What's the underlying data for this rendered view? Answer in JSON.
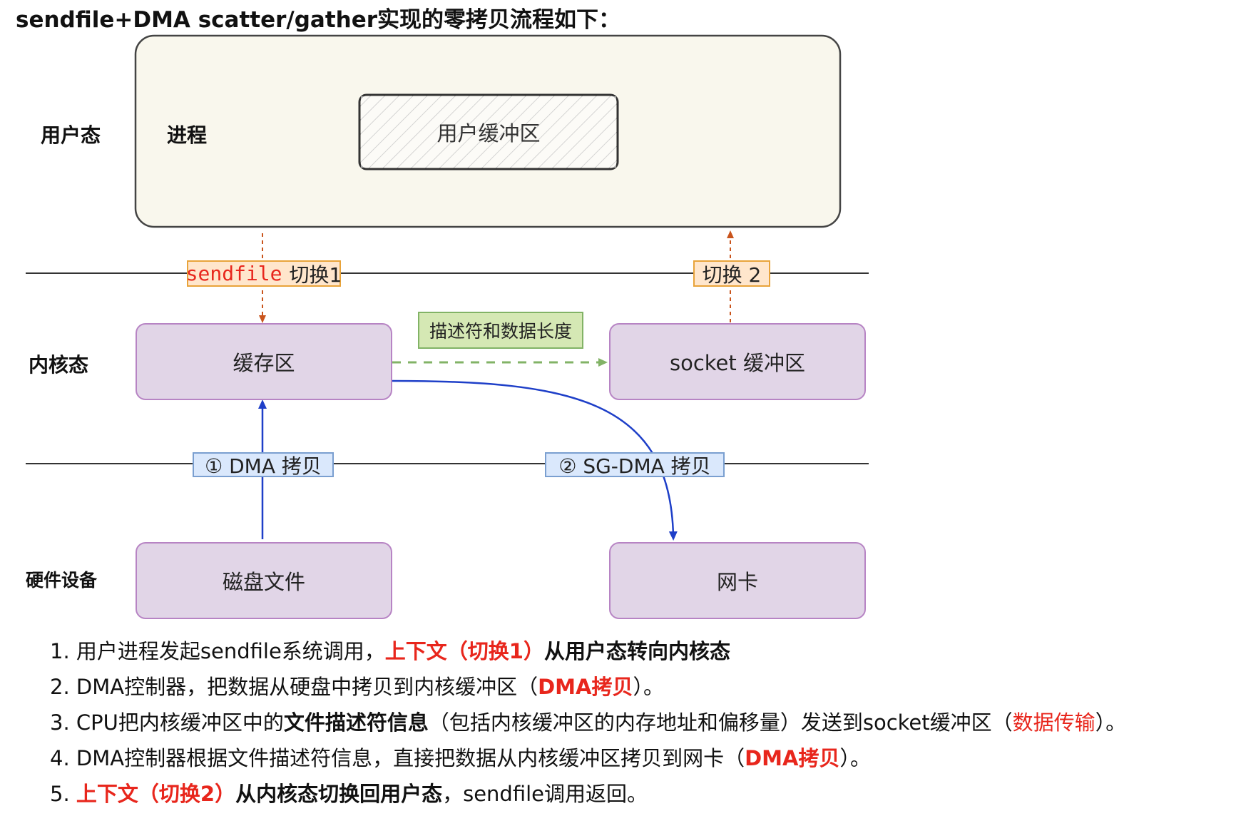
{
  "title": "sendfile+DMA scatter/gather实现的零拷贝流程如下：",
  "lanes": {
    "user": "用户态",
    "kernel": "内核态",
    "hardware": "硬件设备"
  },
  "process": {
    "label": "进程",
    "buffer": "用户缓冲区"
  },
  "boxes": {
    "cache": "缓存区",
    "socket": "socket 缓冲区",
    "disk": "磁盘文件",
    "nic": "网卡"
  },
  "tags": {
    "sendfile_fn": "sendfile",
    "switch1": "切换1",
    "switch2": "切换 2",
    "descriptor": "描述符和数据长度",
    "dma_copy": "① DMA 拷贝",
    "sg_dma_copy": "② SG-DMA 拷贝"
  },
  "steps": [
    {
      "num": "1.",
      "parts": [
        {
          "text": "用户进程发起sendfile系统调用，",
          "style": "normal"
        },
        {
          "text": "上下文（切换1）",
          "style": "red-bold"
        },
        {
          "text": "从用户态转向内核态",
          "style": "bold"
        }
      ]
    },
    {
      "num": "2.",
      "parts": [
        {
          "text": "DMA控制器，把数据从硬盘中拷贝到内核缓冲区（",
          "style": "normal"
        },
        {
          "text": "DMA拷贝",
          "style": "red-bold"
        },
        {
          "text": "）。",
          "style": "normal"
        }
      ]
    },
    {
      "num": "3.",
      "parts": [
        {
          "text": "CPU把内核缓冲区中的",
          "style": "normal"
        },
        {
          "text": "文件描述符信息",
          "style": "bold"
        },
        {
          "text": "（包括内核缓冲区的内存地址和偏移量）发送到socket缓冲区（",
          "style": "normal"
        },
        {
          "text": "数据传输",
          "style": "red"
        },
        {
          "text": "）。",
          "style": "normal"
        }
      ]
    },
    {
      "num": "4.",
      "parts": [
        {
          "text": "DMA控制器根据文件描述符信息，直接把数据从内核缓冲区拷贝到网卡（",
          "style": "normal"
        },
        {
          "text": "DMA拷贝",
          "style": "red-bold"
        },
        {
          "text": "）。",
          "style": "normal"
        }
      ]
    },
    {
      "num": "5.",
      "parts": [
        {
          "text": "上下文（切换2）",
          "style": "red-bold"
        },
        {
          "text": "从内核态切换回用户态",
          "style": "bold"
        },
        {
          "text": "，sendfile调用返回。",
          "style": "normal"
        }
      ]
    }
  ],
  "colors": {
    "purple_fill": "#e1d5e7",
    "purple_border": "#b784c4",
    "orange_arrow": "#c9541c",
    "green_arrow": "#82b366",
    "blue_arrow": "#1e3fc8",
    "red_text": "#e8261c"
  }
}
